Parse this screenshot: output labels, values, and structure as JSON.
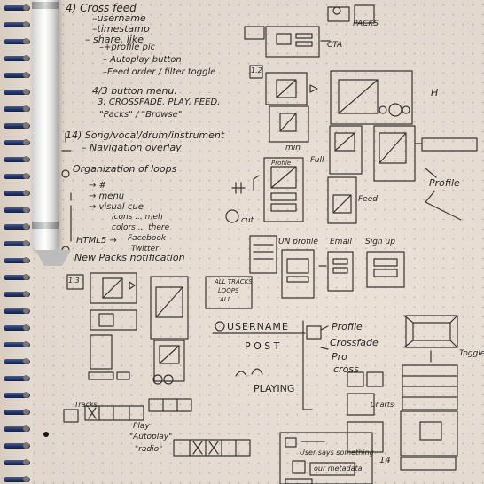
{
  "notes": {
    "header": "4) Cross feed",
    "items": [
      "–username",
      "–timestamp",
      "– share, like",
      "–+profile pic",
      "– Autoplay button",
      "–Feed order / filter toggle"
    ],
    "button_menu_1": "4/3 button menu:",
    "button_menu_2": "3: CROSSFADE, PLAY, FEED.",
    "button_menu_3": "\"Packs\" / \"Browse\"",
    "song_line": "14) Song/vocal/drum/instrument",
    "nav_overlay": "– Navigation overlay",
    "organization": "Organization of loops",
    "z_hash": "→ #",
    "z_menu": "→ menu",
    "z_visual": "→ visual cue",
    "z_icons": "icons ... meh",
    "z_colors": "colors ... there",
    "html5": "HTML5 →",
    "facebook": "Facebook",
    "twitter": "Twitter",
    "new_packs": "New Packs notification"
  },
  "sketch_labels": {
    "cta": "CTA",
    "label_12": "1.2",
    "min": "min",
    "full": "Full",
    "feed": "Feed",
    "profile_top": "Profile",
    "profile_right": "Profile",
    "cut": "cut",
    "profile_link": "UN profile",
    "email": "Email",
    "signup": "Sign up",
    "label_13": "1.3",
    "alltracks": "ALL TRACKS",
    "loops": "LOOPS",
    "all": "ALL",
    "username": "USERNAME",
    "post": "P O S T",
    "playing": "PLAYING",
    "profile_menu": "Profile",
    "crossfade": "Crossfade",
    "pro": "Pro",
    "cross": "cross",
    "tracks": "Tracks",
    "autoplay": "\"Autoplay\"",
    "radio": "\"radio\"",
    "play": "Play",
    "user_says": "User says something",
    "user_metadata": "our metadata",
    "label_14": "14",
    "charts": "Charts",
    "toggle": "Toggle",
    "packs": "PACKS",
    "help": "H"
  }
}
